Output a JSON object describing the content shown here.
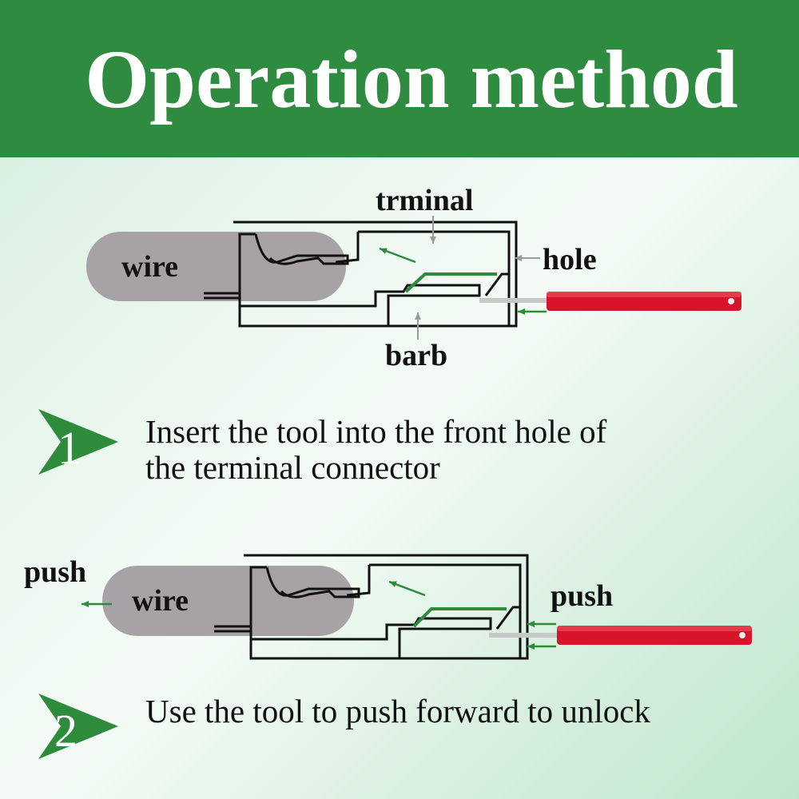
{
  "header": {
    "title": "Operation method"
  },
  "diagram_1": {
    "labels": {
      "wire": "wire",
      "terminal": "trminal",
      "hole": "hole",
      "barb": "barb"
    }
  },
  "diagram_2": {
    "labels": {
      "wire": "wire",
      "push_left": "push",
      "push_right": "push"
    }
  },
  "steps": [
    {
      "number": "1",
      "lines": [
        "Insert the tool into the front hole of",
        "the terminal connector"
      ]
    },
    {
      "number": "2",
      "lines": [
        "Use the tool to push forward to unlock"
      ]
    }
  ],
  "colors": {
    "header_bg": "#2f8b3f",
    "wire_fill": "#a7a2a6",
    "tool_red": "#d8142a",
    "arrow_green": "#2e8b3c",
    "callout_grey": "#9a9a9a"
  },
  "icons": [
    "play-arrow-icon",
    "pick-tool-icon",
    "green-arrow-icon"
  ]
}
